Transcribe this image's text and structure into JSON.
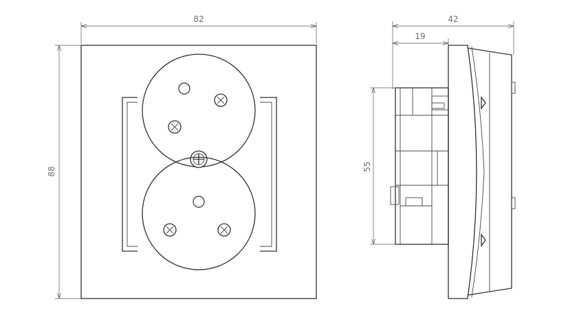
{
  "dimensions": {
    "front_width": "82",
    "front_height": "88",
    "side_depth_total": "42",
    "side_depth_partial": "19",
    "side_height_body": "55"
  }
}
